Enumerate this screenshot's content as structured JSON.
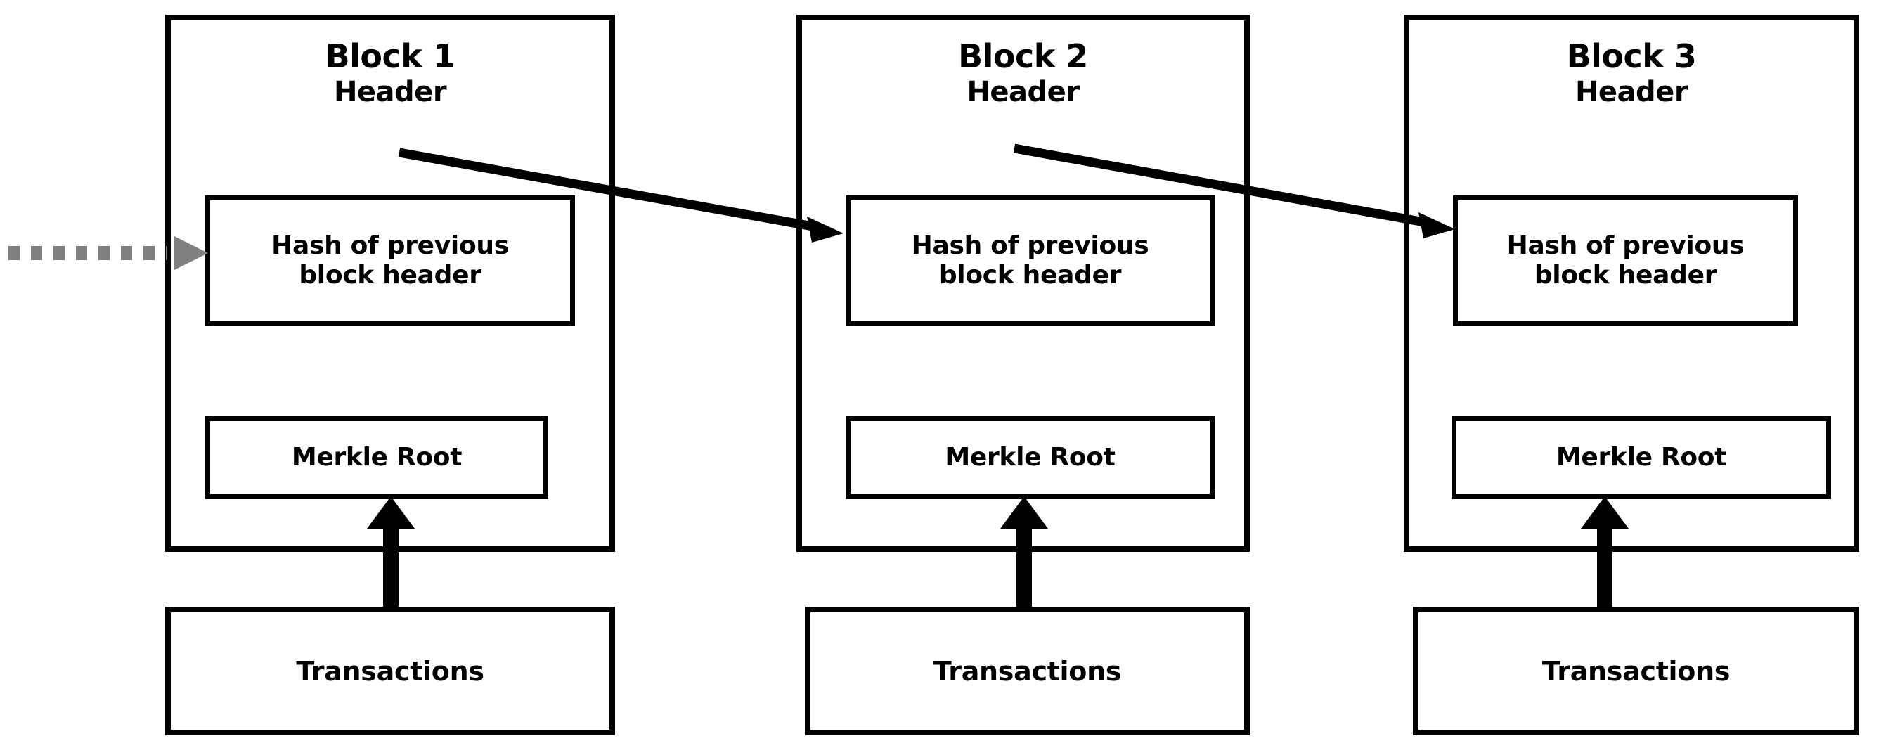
{
  "diagram": {
    "type": "blockchain-block-structure",
    "title_visible": false,
    "background_color": "#ffffff",
    "line_color": "#000000",
    "dashed_arrow_color": "#808080",
    "blocks": [
      {
        "id": "block-1",
        "title_line1": "Block 1",
        "title_line2": "Header",
        "hash_label_line1": "Hash of previous",
        "hash_label_line2": "block header",
        "merkle_label": "Merkle Root",
        "transactions_label": "Transactions"
      },
      {
        "id": "block-2",
        "title_line1": "Block 2",
        "title_line2": "Header",
        "hash_label_line1": "Hash of previous",
        "hash_label_line2": "block header",
        "merkle_label": "Merkle Root",
        "transactions_label": "Transactions"
      },
      {
        "id": "block-3",
        "title_line1": "Block 3",
        "title_line2": "Header",
        "hash_label_line1": "Hash of previous",
        "hash_label_line2": "block header",
        "merkle_label": "Merkle Root",
        "transactions_label": "Transactions"
      }
    ],
    "connectors": [
      {
        "name": "incoming-dashed-arrow",
        "style": "dashed",
        "color": "#808080",
        "from": "offscreen-left",
        "to": "block-1-hash-box"
      },
      {
        "name": "block1-header-to-block2-hash",
        "style": "solid",
        "color": "#000000",
        "from": "block-1-header",
        "to": "block-2-hash-box"
      },
      {
        "name": "block2-header-to-block3-hash",
        "style": "solid",
        "color": "#000000",
        "from": "block-2-header",
        "to": "block-3-hash-box"
      },
      {
        "name": "block1-transactions-to-merkle-root",
        "style": "solid-thick",
        "color": "#000000",
        "from": "block-1-transactions",
        "to": "block-1-merkle-root"
      },
      {
        "name": "block2-transactions-to-merkle-root",
        "style": "solid-thick",
        "color": "#000000",
        "from": "block-2-transactions",
        "to": "block-2-merkle-root"
      },
      {
        "name": "block3-transactions-to-merkle-root",
        "style": "solid-thick",
        "color": "#000000",
        "from": "block-3-transactions",
        "to": "block-3-merkle-root"
      }
    ]
  }
}
